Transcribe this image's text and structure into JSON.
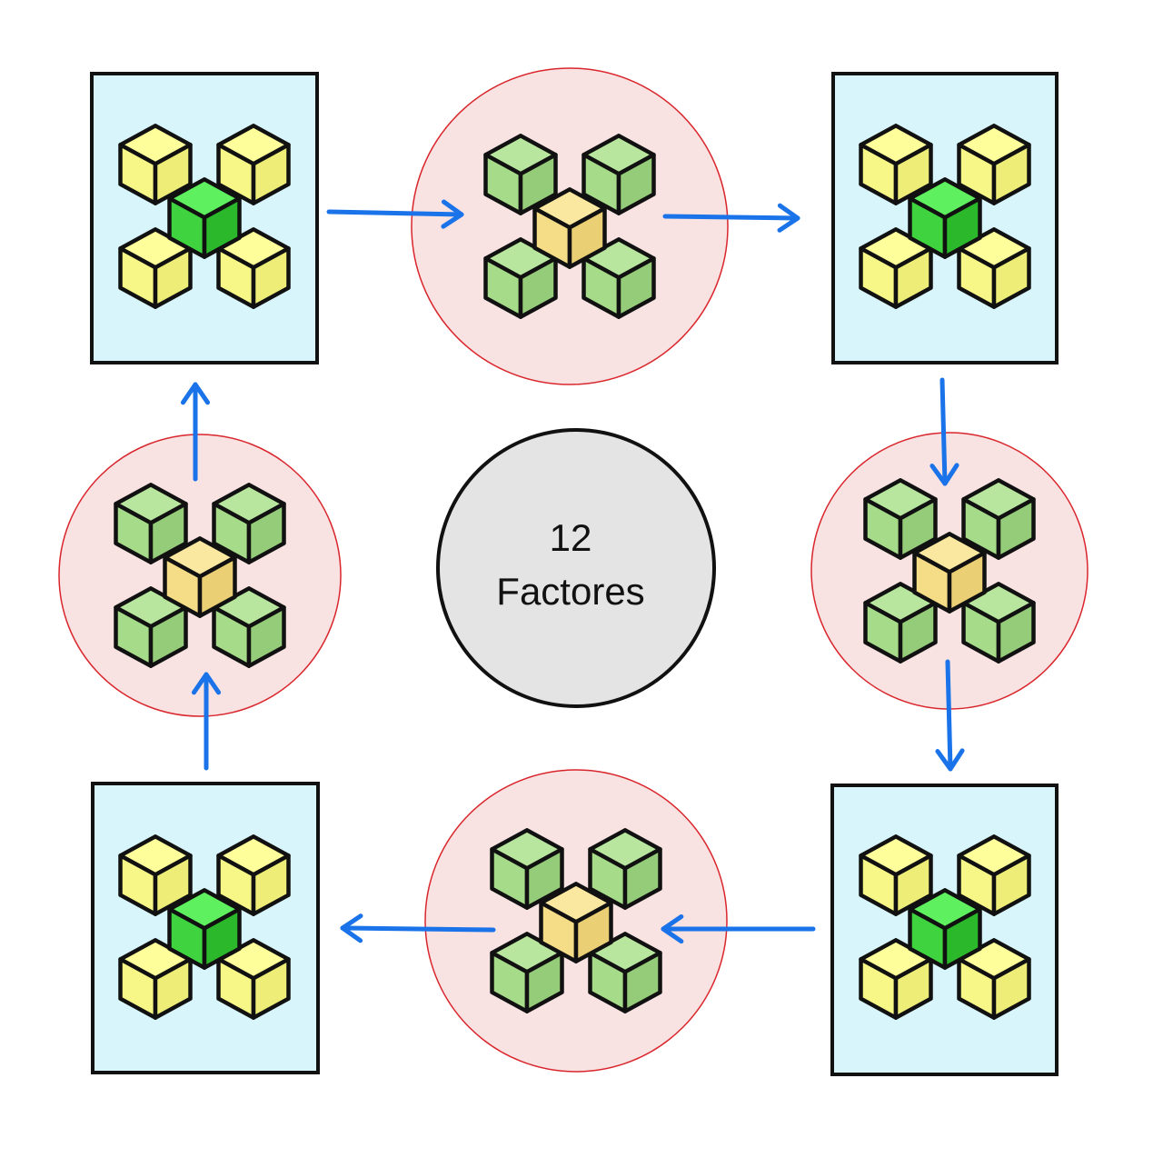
{
  "center": {
    "line1": "12",
    "line2": "Factores"
  },
  "colors": {
    "rect_fill": "#d8f5fc",
    "circle_fill": "#f8e2e2",
    "circle_stroke": "#d9262c",
    "hub_fill": "#e4e4e4",
    "arrow": "#1a73e8",
    "yellow_cube": [
      "#fefe9a",
      "#f7f788",
      "#eded78"
    ],
    "bright_green_cube": [
      "#5ef05e",
      "#3fd43f",
      "#2bb82b"
    ],
    "light_green_cube": [
      "#b8e69e",
      "#a6db8a",
      "#95cc79"
    ],
    "orange_cube": [
      "#fbe8a0",
      "#f5dc86",
      "#ebcf74"
    ]
  },
  "nodes": [
    {
      "id": "rect-top-left",
      "shape": "rectangle",
      "outer_cubes": "yellow",
      "center_cube": "bright-green"
    },
    {
      "id": "circle-top",
      "shape": "circle",
      "outer_cubes": "light-green",
      "center_cube": "orange"
    },
    {
      "id": "rect-top-right",
      "shape": "rectangle",
      "outer_cubes": "yellow",
      "center_cube": "bright-green"
    },
    {
      "id": "circle-right",
      "shape": "circle",
      "outer_cubes": "light-green",
      "center_cube": "orange"
    },
    {
      "id": "rect-bottom-right",
      "shape": "rectangle",
      "outer_cubes": "yellow",
      "center_cube": "bright-green"
    },
    {
      "id": "circle-bottom",
      "shape": "circle",
      "outer_cubes": "light-green",
      "center_cube": "orange"
    },
    {
      "id": "rect-bottom-left",
      "shape": "rectangle",
      "outer_cubes": "yellow",
      "center_cube": "bright-green"
    },
    {
      "id": "circle-left",
      "shape": "circle",
      "outer_cubes": "light-green",
      "center_cube": "orange"
    }
  ],
  "edges": [
    {
      "from": "rect-top-left",
      "to": "circle-top"
    },
    {
      "from": "circle-top",
      "to": "rect-top-right"
    },
    {
      "from": "rect-top-right",
      "to": "circle-right"
    },
    {
      "from": "circle-right",
      "to": "rect-bottom-right"
    },
    {
      "from": "rect-bottom-right",
      "to": "circle-bottom"
    },
    {
      "from": "circle-bottom",
      "to": "rect-bottom-left"
    },
    {
      "from": "rect-bottom-left",
      "to": "circle-left"
    },
    {
      "from": "circle-left",
      "to": "rect-top-left"
    }
  ]
}
